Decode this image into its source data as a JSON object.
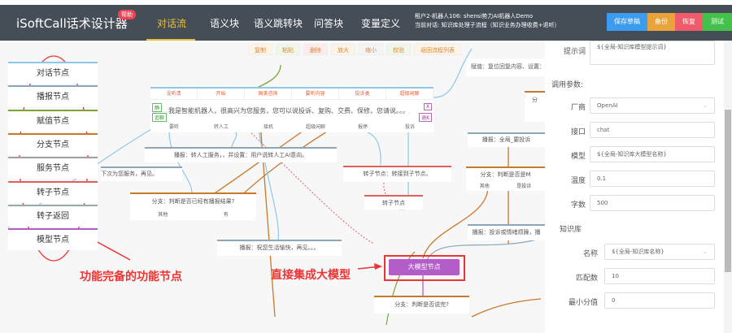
{
  "app": {
    "title": "iSoftCall话术设计器",
    "help": "帮助"
  },
  "nav": [
    {
      "label": "对话流"
    },
    {
      "label": "语义块"
    },
    {
      "label": "语义跳转块"
    },
    {
      "label": "问答块"
    },
    {
      "label": "变量定义"
    }
  ],
  "info": {
    "line1": "租户2-机器人106: shensi势力AI机器人Demo",
    "line2": "当前对话: 知识库处理子流程（知识业务办理收费+退听）"
  },
  "top_buttons": [
    {
      "label": "保存草稿",
      "color": "#3b9cf0"
    },
    {
      "label": "备份",
      "color": "#e8a33a"
    },
    {
      "label": "恢复",
      "color": "#ef5b6b"
    },
    {
      "label": "测试",
      "color": "#45c04a"
    }
  ],
  "toolbar": [
    {
      "label": "复制",
      "color": "#fdf4e6"
    },
    {
      "label": "粘贴",
      "color": "#eef8ea"
    },
    {
      "label": "删除",
      "color": "#fdecec"
    },
    {
      "label": "放大",
      "color": "#fdf4e6"
    },
    {
      "label": "缩小",
      "color": "#f4f4f4"
    },
    {
      "label": "校验",
      "color": "#eef8ea"
    },
    {
      "label": "返回流程列表",
      "color": "#fdf4e6"
    }
  ],
  "sidebar": [
    {
      "label": "对话节点",
      "color": "#8cc8e8"
    },
    {
      "label": "播报节点",
      "color": "#8aa6b8"
    },
    {
      "label": "赋值节点",
      "color": "#7aa43a"
    },
    {
      "label": "分支节点",
      "color": "#c8782a"
    },
    {
      "label": "服务节点",
      "color": "#a0a0a0"
    },
    {
      "label": "转子节点",
      "color": "#e06060"
    },
    {
      "label": "转子返回",
      "color": "#9aa"
    },
    {
      "label": "模型节点",
      "color": "#b45cc8"
    }
  ],
  "canvas": {
    "dialog_tabs": [
      "没听清",
      "开始",
      "国美咨询",
      "要听内容",
      "投诉类",
      "超级闲聊"
    ],
    "dialog_text": "我是智能机器人，很高兴为您服务，您可以说投诉、复购、交费、保修，您请说。。。",
    "dialog_bottom": [
      "要听",
      "转人工",
      "接机",
      "超级闲聊",
      "报停",
      "投诉"
    ],
    "left_tags": [
      "静",
      "追聊"
    ],
    "right_tags": [
      "X",
      "退K"
    ],
    "n_reply": "赋值：复位回复内容、设置：局部 ",
    "n_transfer": "播报：转人工服务，，并设置：用户说转人工AI意向。",
    "n_bye": "下次为您服务，再见。",
    "n_branch1": "分支：判断是否已经有播报结果?",
    "n_branch1_opts": [
      "其他",
      "有"
    ],
    "n_sub": "转子节点：转接到子节点。",
    "n_sub2": "转子节点",
    "n_global": "播报：全局_要投诉",
    "n_branch2": "分支：判断是否是M",
    "n_branch2_opts": [
      "其他",
      "是投诉"
    ],
    "n_complain": "播报：投诉或情绪烦躁，播",
    "n_wish": "播报：祝您生活愉快，再见。。。",
    "n_llm": "大模型节点",
    "n_branch3": "分支：判断是否说完?",
    "n_top_right": "分"
  },
  "annotations": {
    "left": "功能完备的功能节点",
    "right": "直接集成大模型"
  },
  "panel": {
    "prompt_label": "提示词",
    "prompt_value": "${全局-知识库模型提示词}",
    "section": "调用参数:",
    "vendor_label": "厂商",
    "vendor": "OpenAI",
    "api_label": "接口",
    "api": "chat",
    "model_label": "模型",
    "model": "${全局-知识库大模型名称}",
    "temp_label": "温度",
    "temp": "0.1",
    "words_label": "字数",
    "words": "500",
    "kb_section": "知识库",
    "kb_name_label": "名称",
    "kb_name": "${全局-知识库名称}",
    "match_label": "匹配数",
    "match": "10",
    "min_label": "最小分值",
    "min": "0"
  }
}
